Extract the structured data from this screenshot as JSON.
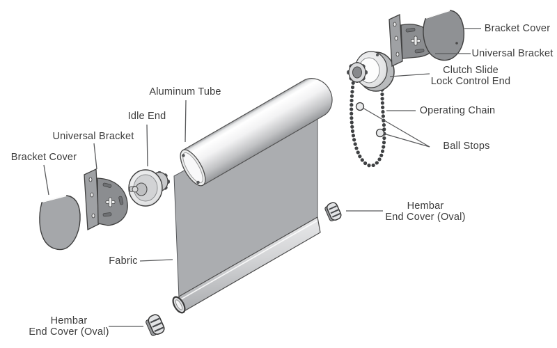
{
  "diagram": {
    "type": "exploded-parts-diagram",
    "subject": "Roller shade clutch blind assembly",
    "background_color": "#ffffff",
    "text_color": "#3b3b3b",
    "leader_line_color": "#58595b",
    "fabric_color": "#abadb0",
    "metal_color": "#8e9093",
    "labels": {
      "bracket_cover_right": "Bracket Cover",
      "universal_bracket_right": "Universal Bracket",
      "clutch_line1": "Clutch Slide",
      "clutch_line2": "Lock Control End",
      "operating_chain": "Operating Chain",
      "ball_stops": "Ball Stops",
      "aluminum_tube": "Aluminum Tube",
      "idle_end": "Idle End",
      "universal_bracket_left": "Universal Bracket",
      "bracket_cover_left": "Bracket Cover",
      "fabric": "Fabric",
      "hembar_right_line1": "Hembar",
      "hembar_right_line2": "End Cover (Oval)",
      "hembar_bottom_line1": "Hembar",
      "hembar_bottom_line2": "End Cover (Oval)"
    }
  }
}
